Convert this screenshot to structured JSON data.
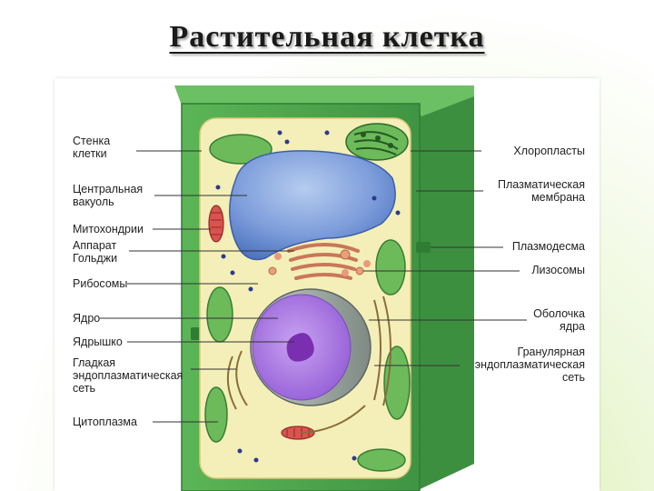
{
  "title": "Растительная клетка",
  "labels_left": {
    "cell_wall": [
      "Стенка",
      "клетки"
    ],
    "central_vacuole": [
      "Центральная",
      "вакуоль"
    ],
    "mitochondria": [
      "Митохондрии"
    ],
    "golgi": [
      "Аппарат",
      "Гольджи"
    ],
    "ribosomes": [
      "Рибосомы"
    ],
    "nucleus": [
      "Ядро"
    ],
    "nucleolus": [
      "Ядрышко"
    ],
    "smooth_er": [
      "Гладкая",
      "эндоплазматическая",
      "сеть"
    ],
    "cytoplasm": [
      "Цитоплазма"
    ]
  },
  "labels_right": {
    "chloroplasts": [
      "Хлоропласты"
    ],
    "plasma_membrane": [
      "Плазматическая",
      "мембрана"
    ],
    "plasmodesma": [
      "Плазмодесма"
    ],
    "lysosomes": [
      "Лизосомы"
    ],
    "nuclear_envelope": [
      "Оболочка",
      "ядра"
    ],
    "rough_er": [
      "Гранулярная",
      "эндоплазматическая",
      "сеть"
    ]
  },
  "colors": {
    "wall": "#4fa64a",
    "wall_dark": "#2f7d33",
    "cytoplasm": "#f4efb8",
    "vacuole": "#6f93d6",
    "nucleus": "#a671e0",
    "nucleolus": "#7a2fb0",
    "envelope": "#9aa3a0",
    "chloroplast": "#6cba5a",
    "mitochondria": "#d9534f",
    "golgi": "#e89a7a",
    "label_line": "#333333"
  }
}
